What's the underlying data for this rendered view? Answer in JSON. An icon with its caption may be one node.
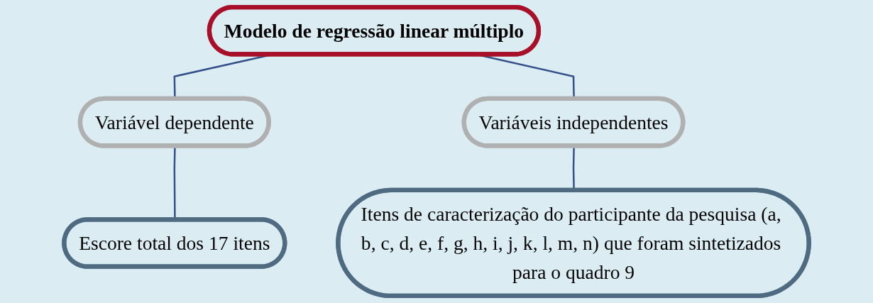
{
  "diagram": {
    "nodes": [
      {
        "text": [
          "Modelo de regressão linear múltiplo"
        ]
      },
      {
        "text": [
          "Variável dependente"
        ]
      },
      {
        "text": [
          "Variáveis independentes"
        ]
      },
      {
        "text": [
          "Escore total dos 17 itens"
        ]
      },
      {
        "text": [
          "Itens de caracterização do participante da pesquisa (a, b, c, d, e, f, g, h, i, j, k, l, m, n) que foram sintetizados para o quadro 9"
        ]
      }
    ],
    "edges": [
      {
        "from": 0,
        "to": 1,
        "arrow": "none"
      },
      {
        "from": 0,
        "to": 2,
        "arrow": "none"
      },
      {
        "from": 1,
        "to": 3,
        "arrow": "none"
      },
      {
        "from": 2,
        "to": 4,
        "arrow": "none"
      }
    ]
  }
}
